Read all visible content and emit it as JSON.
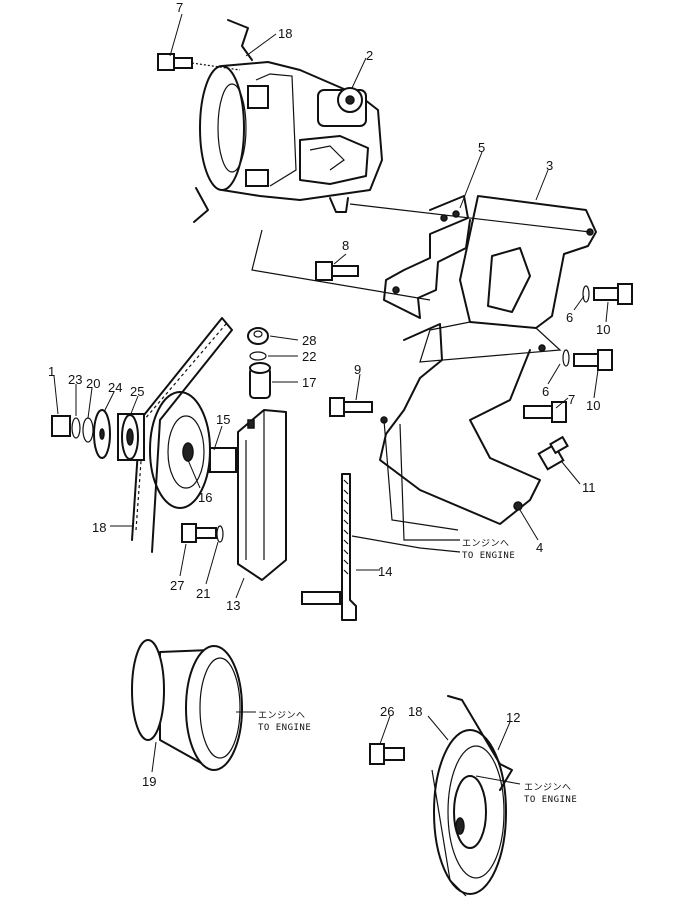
{
  "callouts": [
    {
      "id": "c7a",
      "label": "7"
    },
    {
      "id": "c18a",
      "label": "18"
    },
    {
      "id": "c2",
      "label": "2"
    },
    {
      "id": "c5",
      "label": "5"
    },
    {
      "id": "c3",
      "label": "3"
    },
    {
      "id": "c8",
      "label": "8"
    },
    {
      "id": "c6a",
      "label": "6"
    },
    {
      "id": "c10a",
      "label": "10"
    },
    {
      "id": "c28",
      "label": "28"
    },
    {
      "id": "c22",
      "label": "22"
    },
    {
      "id": "c17",
      "label": "17"
    },
    {
      "id": "c9",
      "label": "9"
    },
    {
      "id": "c6b",
      "label": "6"
    },
    {
      "id": "c7b",
      "label": "7"
    },
    {
      "id": "c10b",
      "label": "10"
    },
    {
      "id": "c1",
      "label": "1"
    },
    {
      "id": "c23",
      "label": "23"
    },
    {
      "id": "c20",
      "label": "20"
    },
    {
      "id": "c24",
      "label": "24"
    },
    {
      "id": "c25",
      "label": "25"
    },
    {
      "id": "c15",
      "label": "15"
    },
    {
      "id": "c16",
      "label": "16"
    },
    {
      "id": "c11",
      "label": "11"
    },
    {
      "id": "c18b",
      "label": "18"
    },
    {
      "id": "c4",
      "label": "4"
    },
    {
      "id": "c27",
      "label": "27"
    },
    {
      "id": "c21",
      "label": "21"
    },
    {
      "id": "c13",
      "label": "13"
    },
    {
      "id": "c14",
      "label": "14"
    },
    {
      "id": "c19",
      "label": "19"
    },
    {
      "id": "c26",
      "label": "26"
    },
    {
      "id": "c18c",
      "label": "18"
    },
    {
      "id": "c12",
      "label": "12"
    }
  ],
  "notes": [
    {
      "id": "n1jp",
      "text": "エンジンへ"
    },
    {
      "id": "n1en",
      "text": "TO ENGINE"
    },
    {
      "id": "n2jp",
      "text": "エンジンへ"
    },
    {
      "id": "n2en",
      "text": "TO ENGINE"
    },
    {
      "id": "n3jp",
      "text": "エンジンへ"
    },
    {
      "id": "n3en",
      "text": "TO ENGINE"
    }
  ]
}
